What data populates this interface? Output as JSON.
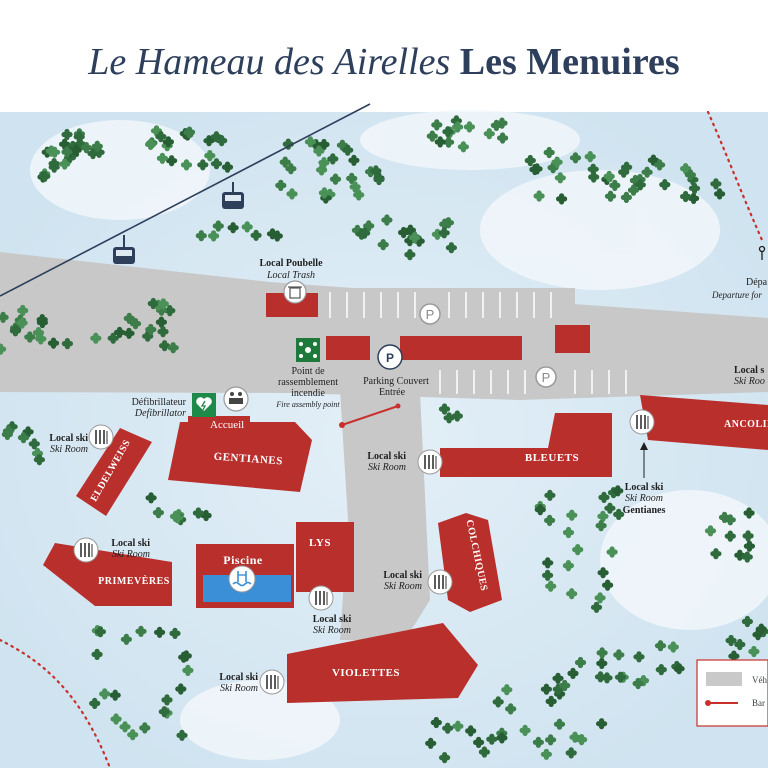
{
  "title": {
    "part1": "Le Hameau des Airelles",
    "part2": "Les Menuires"
  },
  "buildings": {
    "eldelweiss": "ELDELWEISS",
    "gentianes": "GENTIANES",
    "bleuets": "BLEUETS",
    "ancolie": "ANCOLIE",
    "colchiques": "COLCHIQUES",
    "lys": "LYS",
    "primeveres": "PRIMEVÈRES",
    "violettes": "VIOLETTES",
    "piscine": "Piscine",
    "accueil": "Accueil"
  },
  "labels": {
    "trash_fr": "Local Poubelle",
    "trash_en": "Local Trash",
    "assembly_1": "Point de",
    "assembly_2": "rassemblement",
    "assembly_3": "incendie",
    "assembly_en": "Fire assembly point",
    "parking_1": "Parking Couvert",
    "parking_2": "Entrée",
    "defib_fr": "Défibrillateur",
    "defib_en": "Defibrillator",
    "ski_fr": "Local ski",
    "ski_en": "Ski Room",
    "gentianes_room": "Gentianes",
    "depart_fr": "Dépa",
    "depart_en": "Departure for",
    "local_s": "Local s",
    "ski_roo": "Ski Roo",
    "parking_p": "P",
    "legend_1": "Véh",
    "legend_2": "Bar"
  },
  "colors": {
    "building": "#b92f2c",
    "road": "#c9c9c9",
    "snow": "#d6e8f3",
    "tree": "#2f6b3c",
    "title": "#2e3f5c",
    "pool": "#3b8fd6",
    "path": "#c9302c"
  },
  "icons": {
    "gondola": "gondola-icon",
    "ski_room": "ski-room-icon",
    "parking": "parking-icon",
    "trash": "trash-icon",
    "assembly": "assembly-point-icon",
    "defibrillator": "defibrillator-icon",
    "reception": "reception-icon",
    "pool": "swimming-pool-icon"
  }
}
